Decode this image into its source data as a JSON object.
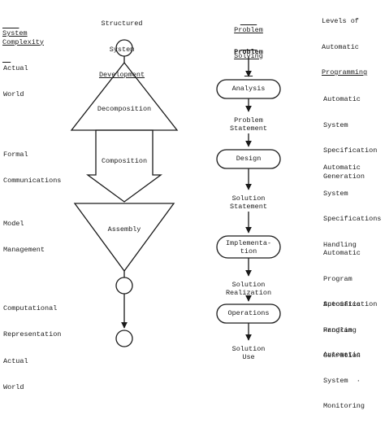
{
  "columns": {
    "complexity": "System Complexity",
    "development_line1": "Structured",
    "development_line2": "System",
    "development_line3": "Development",
    "problem_solving_line1": "Problem",
    "problem_solving_line2": "Solving",
    "automatic_line1": "Levels of",
    "automatic_line2": "Automatic",
    "automatic_line3": "Programming"
  },
  "complexity_levels": [
    [
      "Actual",
      "World"
    ],
    [
      "Formal",
      "Communications"
    ],
    [
      "Model",
      "Management"
    ],
    [
      "Computational",
      "Representation"
    ],
    [
      "Actual",
      "World"
    ]
  ],
  "development": {
    "decomposition": "Decomposition",
    "composition": "Composition",
    "assembly": "Assembly"
  },
  "problem_solving": {
    "problem": "Problem",
    "analysis": "Analysis",
    "problem_statement": [
      "Problem",
      "Statement"
    ],
    "design": "Design",
    "solution_statement": [
      "Solution",
      "Statement"
    ],
    "implementation": [
      "Implementa-",
      "tion"
    ],
    "solution_realization": [
      "Solution",
      "Realization"
    ],
    "operations": "Operations",
    "solution_use": [
      "Solution",
      "Use"
    ]
  },
  "automatic_levels": [
    [
      "Automatic",
      "System",
      "Specification",
      "Generation"
    ],
    [
      "Automatic",
      "System",
      "Specifications",
      "Handling"
    ],
    [
      "Automatic",
      "Program",
      "Specification",
      "Handling"
    ],
    [
      "Automatic",
      "Program",
      "Genration"
    ],
    [
      "Automatic",
      "System  ·",
      "Monitoring"
    ]
  ]
}
